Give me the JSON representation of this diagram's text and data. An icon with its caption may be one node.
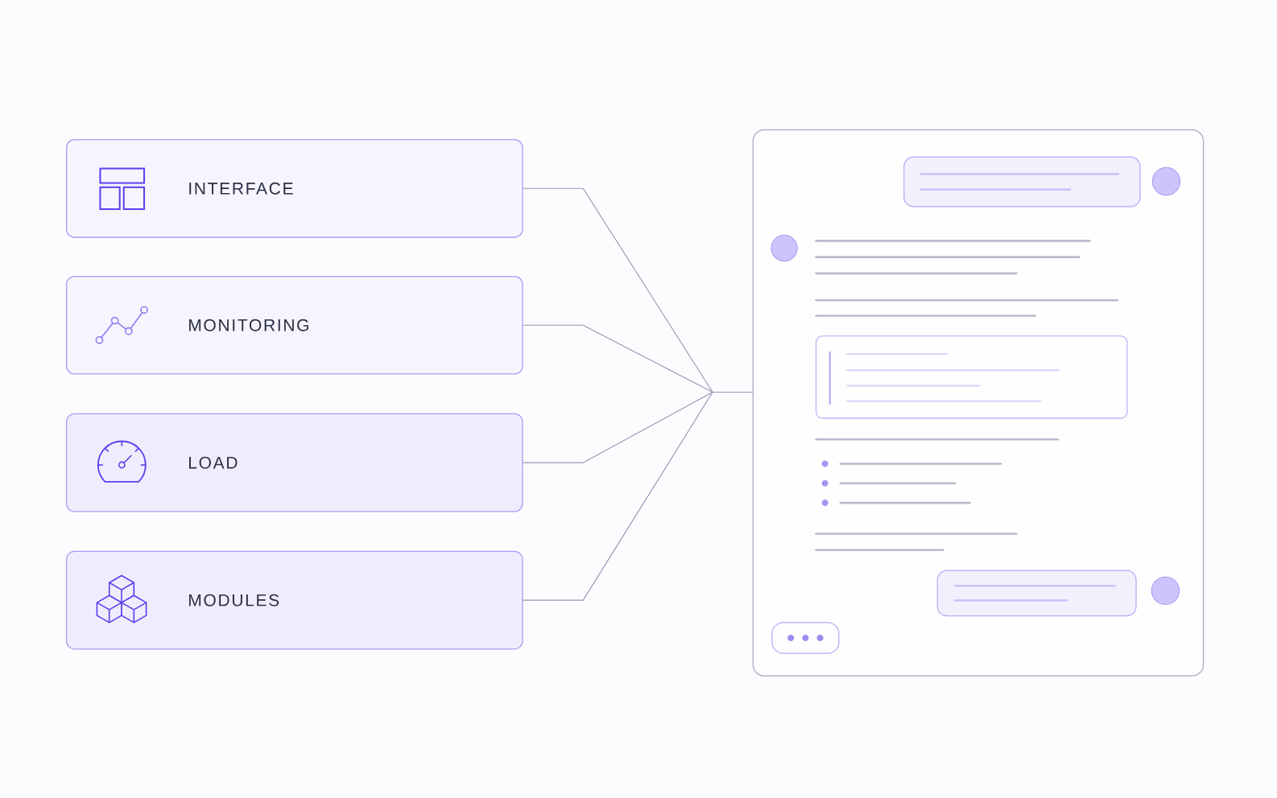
{
  "diagram": {
    "nodes": [
      {
        "text": [
          "INTERFACE"
        ]
      },
      {
        "text": [
          "MONITORING"
        ]
      },
      {
        "text": [
          "LOAD"
        ]
      },
      {
        "text": [
          "MODULES"
        ]
      },
      {
        "text": [],
        "shape": "picture"
      }
    ],
    "edges": [
      {
        "from": 0,
        "to": 4,
        "arrow": "none"
      },
      {
        "from": 1,
        "to": 4,
        "arrow": "none"
      },
      {
        "from": 2,
        "to": 4,
        "arrow": "none"
      },
      {
        "from": 3,
        "to": 4,
        "arrow": "none"
      }
    ]
  }
}
